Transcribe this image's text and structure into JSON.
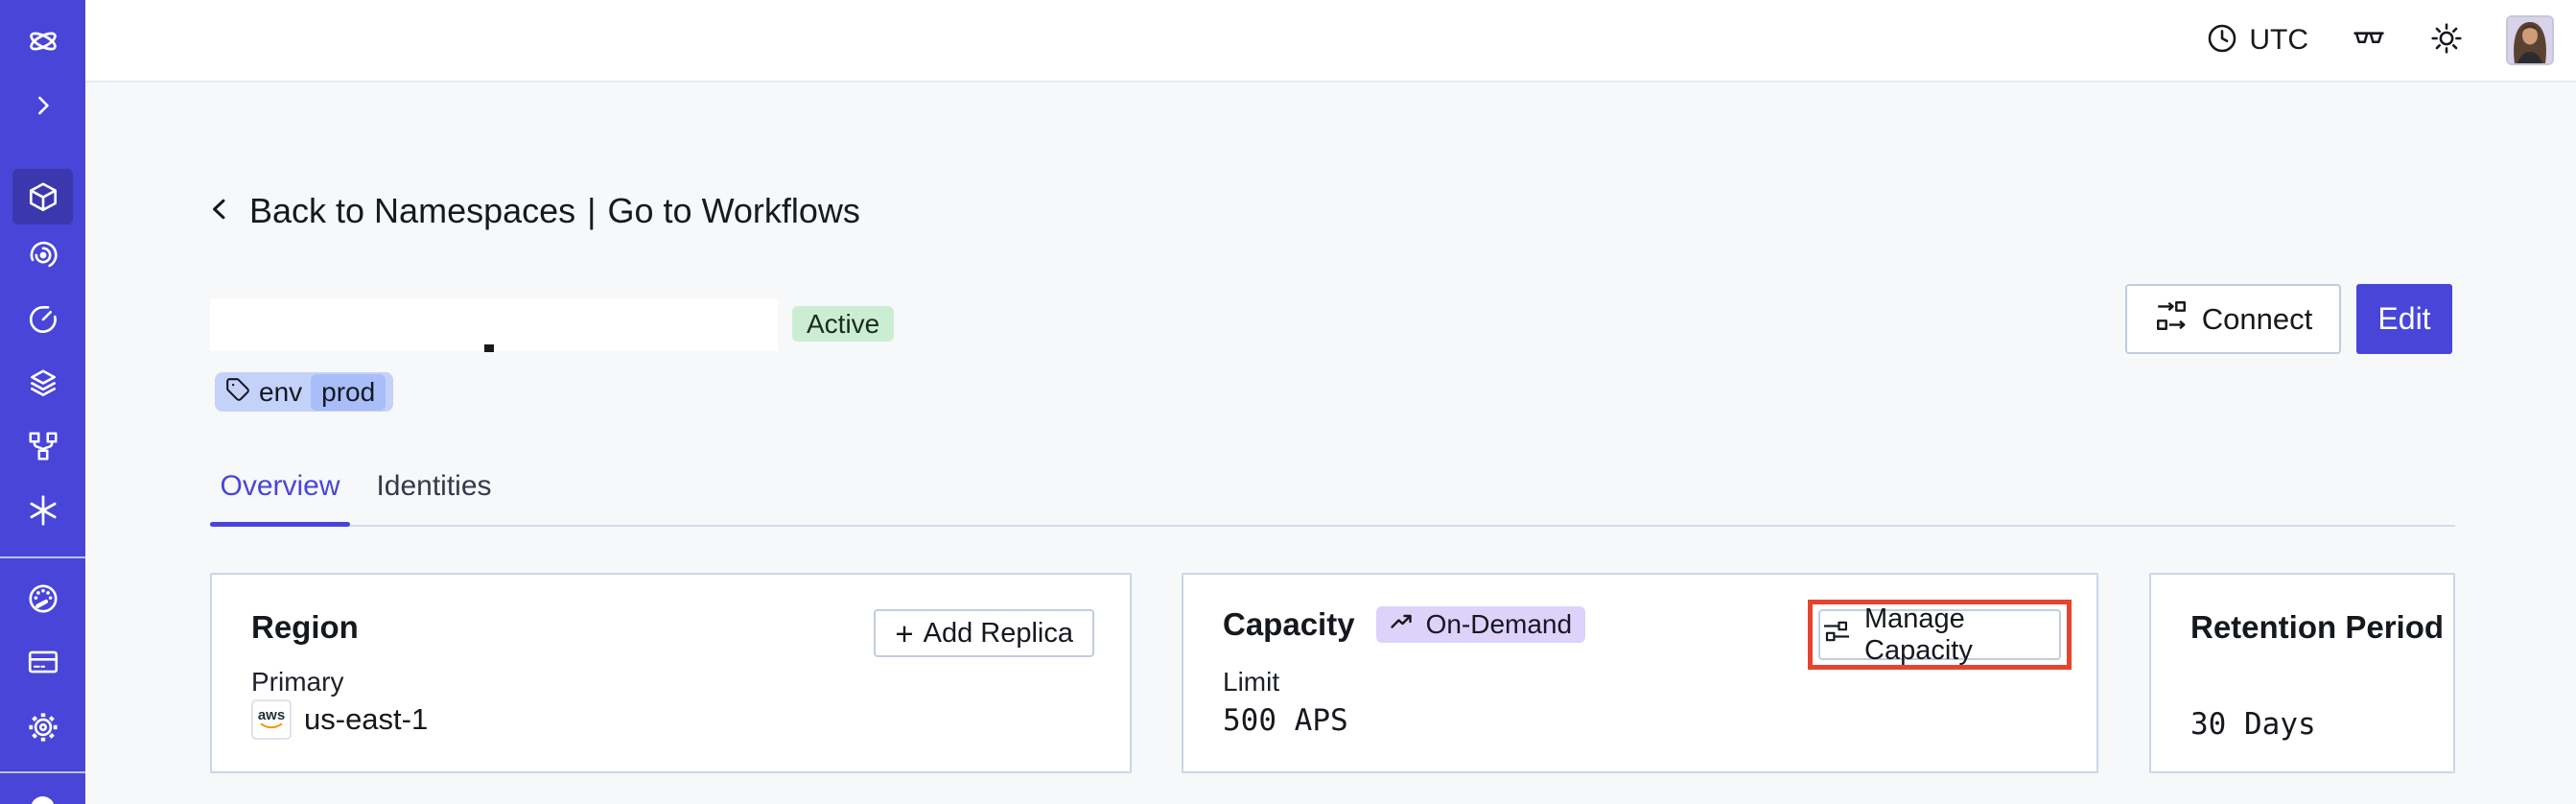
{
  "topbar": {
    "timezone": "UTC",
    "icons": [
      "clock-icon",
      "glasses-icon",
      "sun-icon",
      "user-avatar"
    ]
  },
  "sidebar": {
    "icons": [
      "temporal-logo",
      "chevron-right",
      "namespaces-cube",
      "workflows-spiral",
      "schedules-timer",
      "deployments-layers",
      "nexus-branch",
      "support-asterisk",
      "usage-gauge",
      "billing-card",
      "settings-gear",
      "profile-partial"
    ],
    "active_item": "namespaces"
  },
  "breadcrumb": {
    "back_label": "Back to Namespaces",
    "separator": "|",
    "workflows_label": "Go to Workflows"
  },
  "namespace_header": {
    "status": "Active",
    "tag": {
      "key": "env",
      "value": "prod"
    },
    "connect_label": "Connect",
    "edit_label": "Edit"
  },
  "tabs": {
    "overview": "Overview",
    "identities": "Identities"
  },
  "cards": {
    "region": {
      "title": "Region",
      "plus": "+",
      "add_replica_label": "Add Replica",
      "field_label": "Primary",
      "provider": "aws",
      "value": "us-east-1"
    },
    "capacity": {
      "title": "Capacity",
      "badge": "On-Demand",
      "manage_label": "Manage Capacity",
      "field_label": "Limit",
      "value": "500 APS"
    },
    "retention": {
      "title": "Retention Period",
      "value": "30 Days"
    }
  },
  "colors": {
    "sidebar_bg": "#4845d8",
    "sidebar_active_bg": "#3b38ae",
    "accent_indigo": "#4845d8",
    "status_active_bg": "#cbeed2",
    "tag_bg": "#c4d2fa",
    "tag_value_bg": "#a9bdf8",
    "on_demand_bg": "#ddd2fa",
    "highlight_box_red": "#e8432d",
    "card_border": "#ccd5e7",
    "content_bg": "#f7f8fa",
    "aws_smile_orange": "#f79400"
  }
}
